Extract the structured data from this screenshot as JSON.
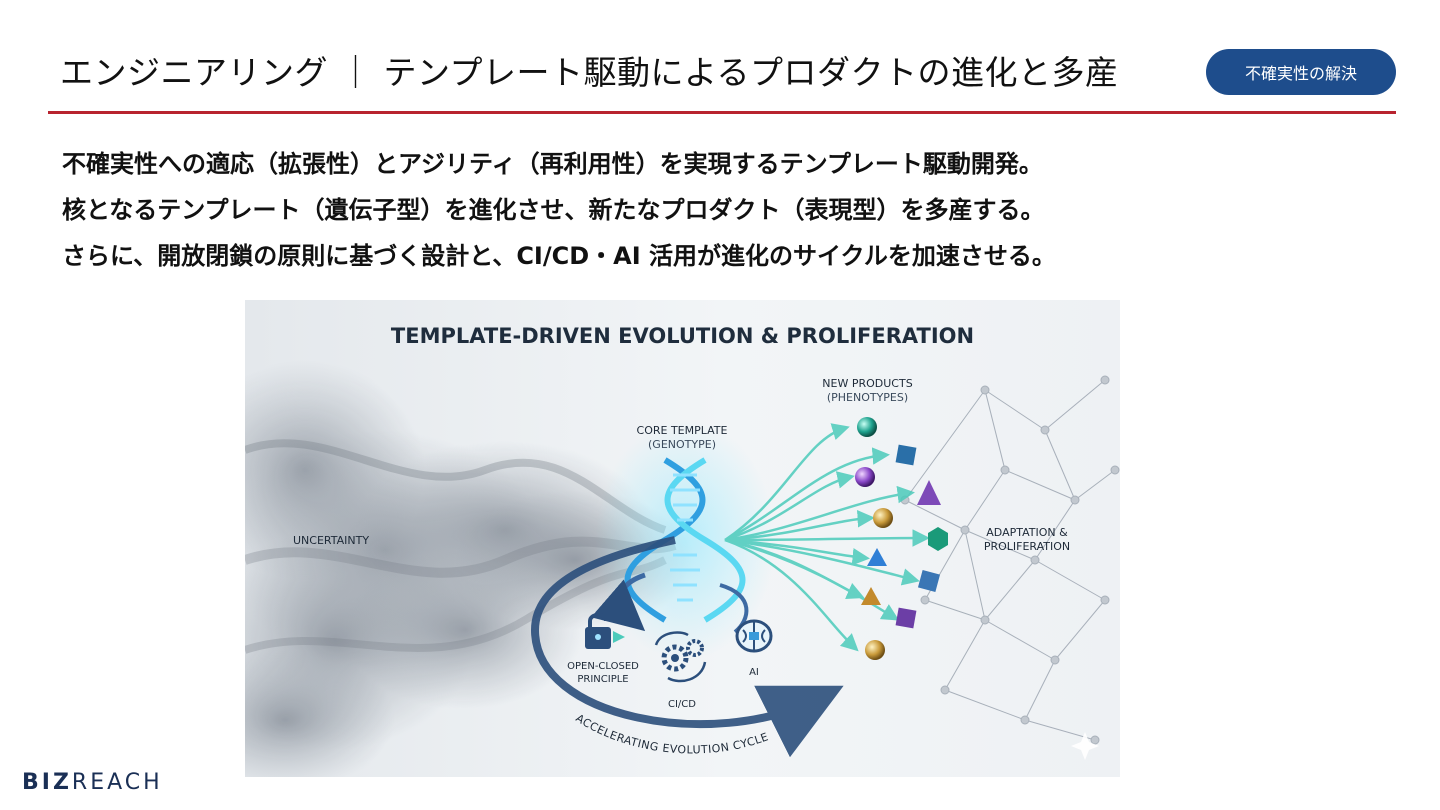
{
  "header": {
    "title": "エンジニアリング ｜ テンプレート駆動によるプロダクトの進化と多産",
    "badge": "不確実性の解決"
  },
  "body": {
    "lines": [
      "不確実性への適応（拡張性）とアジリティ（再利用性）を実現するテンプレート駆動開発。",
      "核となるテンプレート（遺伝子型）を進化させ、新たなプロダクト（表現型）を多産する。",
      "さらに、開放閉鎖の原則に基づく設計と、CI/CD・AI 活用が進化のサイクルを加速させる。"
    ]
  },
  "figure": {
    "title": "TEMPLATE-DRIVEN EVOLUTION & PROLIFERATION",
    "uncertainty": "UNCERTAINTY",
    "core_template": "CORE TEMPLATE",
    "genotype": "(GENOTYPE)",
    "new_products": "NEW PRODUCTS",
    "phenotypes": "(PHENOTYPES)",
    "adaptation_1": "ADAPTATION &",
    "adaptation_2": "PROLIFERATION",
    "open_closed_1": "OPEN-CLOSED",
    "open_closed_2": "PRINCIPLE",
    "cicd": "CI/CD",
    "ai": "AI",
    "cycle": "ACCELERATING EVOLUTION CYCLE",
    "colors": {
      "helix": "#38b6e8",
      "arrow": "#2c4f7c",
      "fan": "#5fd3c4"
    }
  },
  "logo": {
    "part1": "BIZ",
    "part2": "REACH"
  },
  "colors": {
    "accent_rule": "#b8232f",
    "badge_bg": "#1e4d8c"
  }
}
